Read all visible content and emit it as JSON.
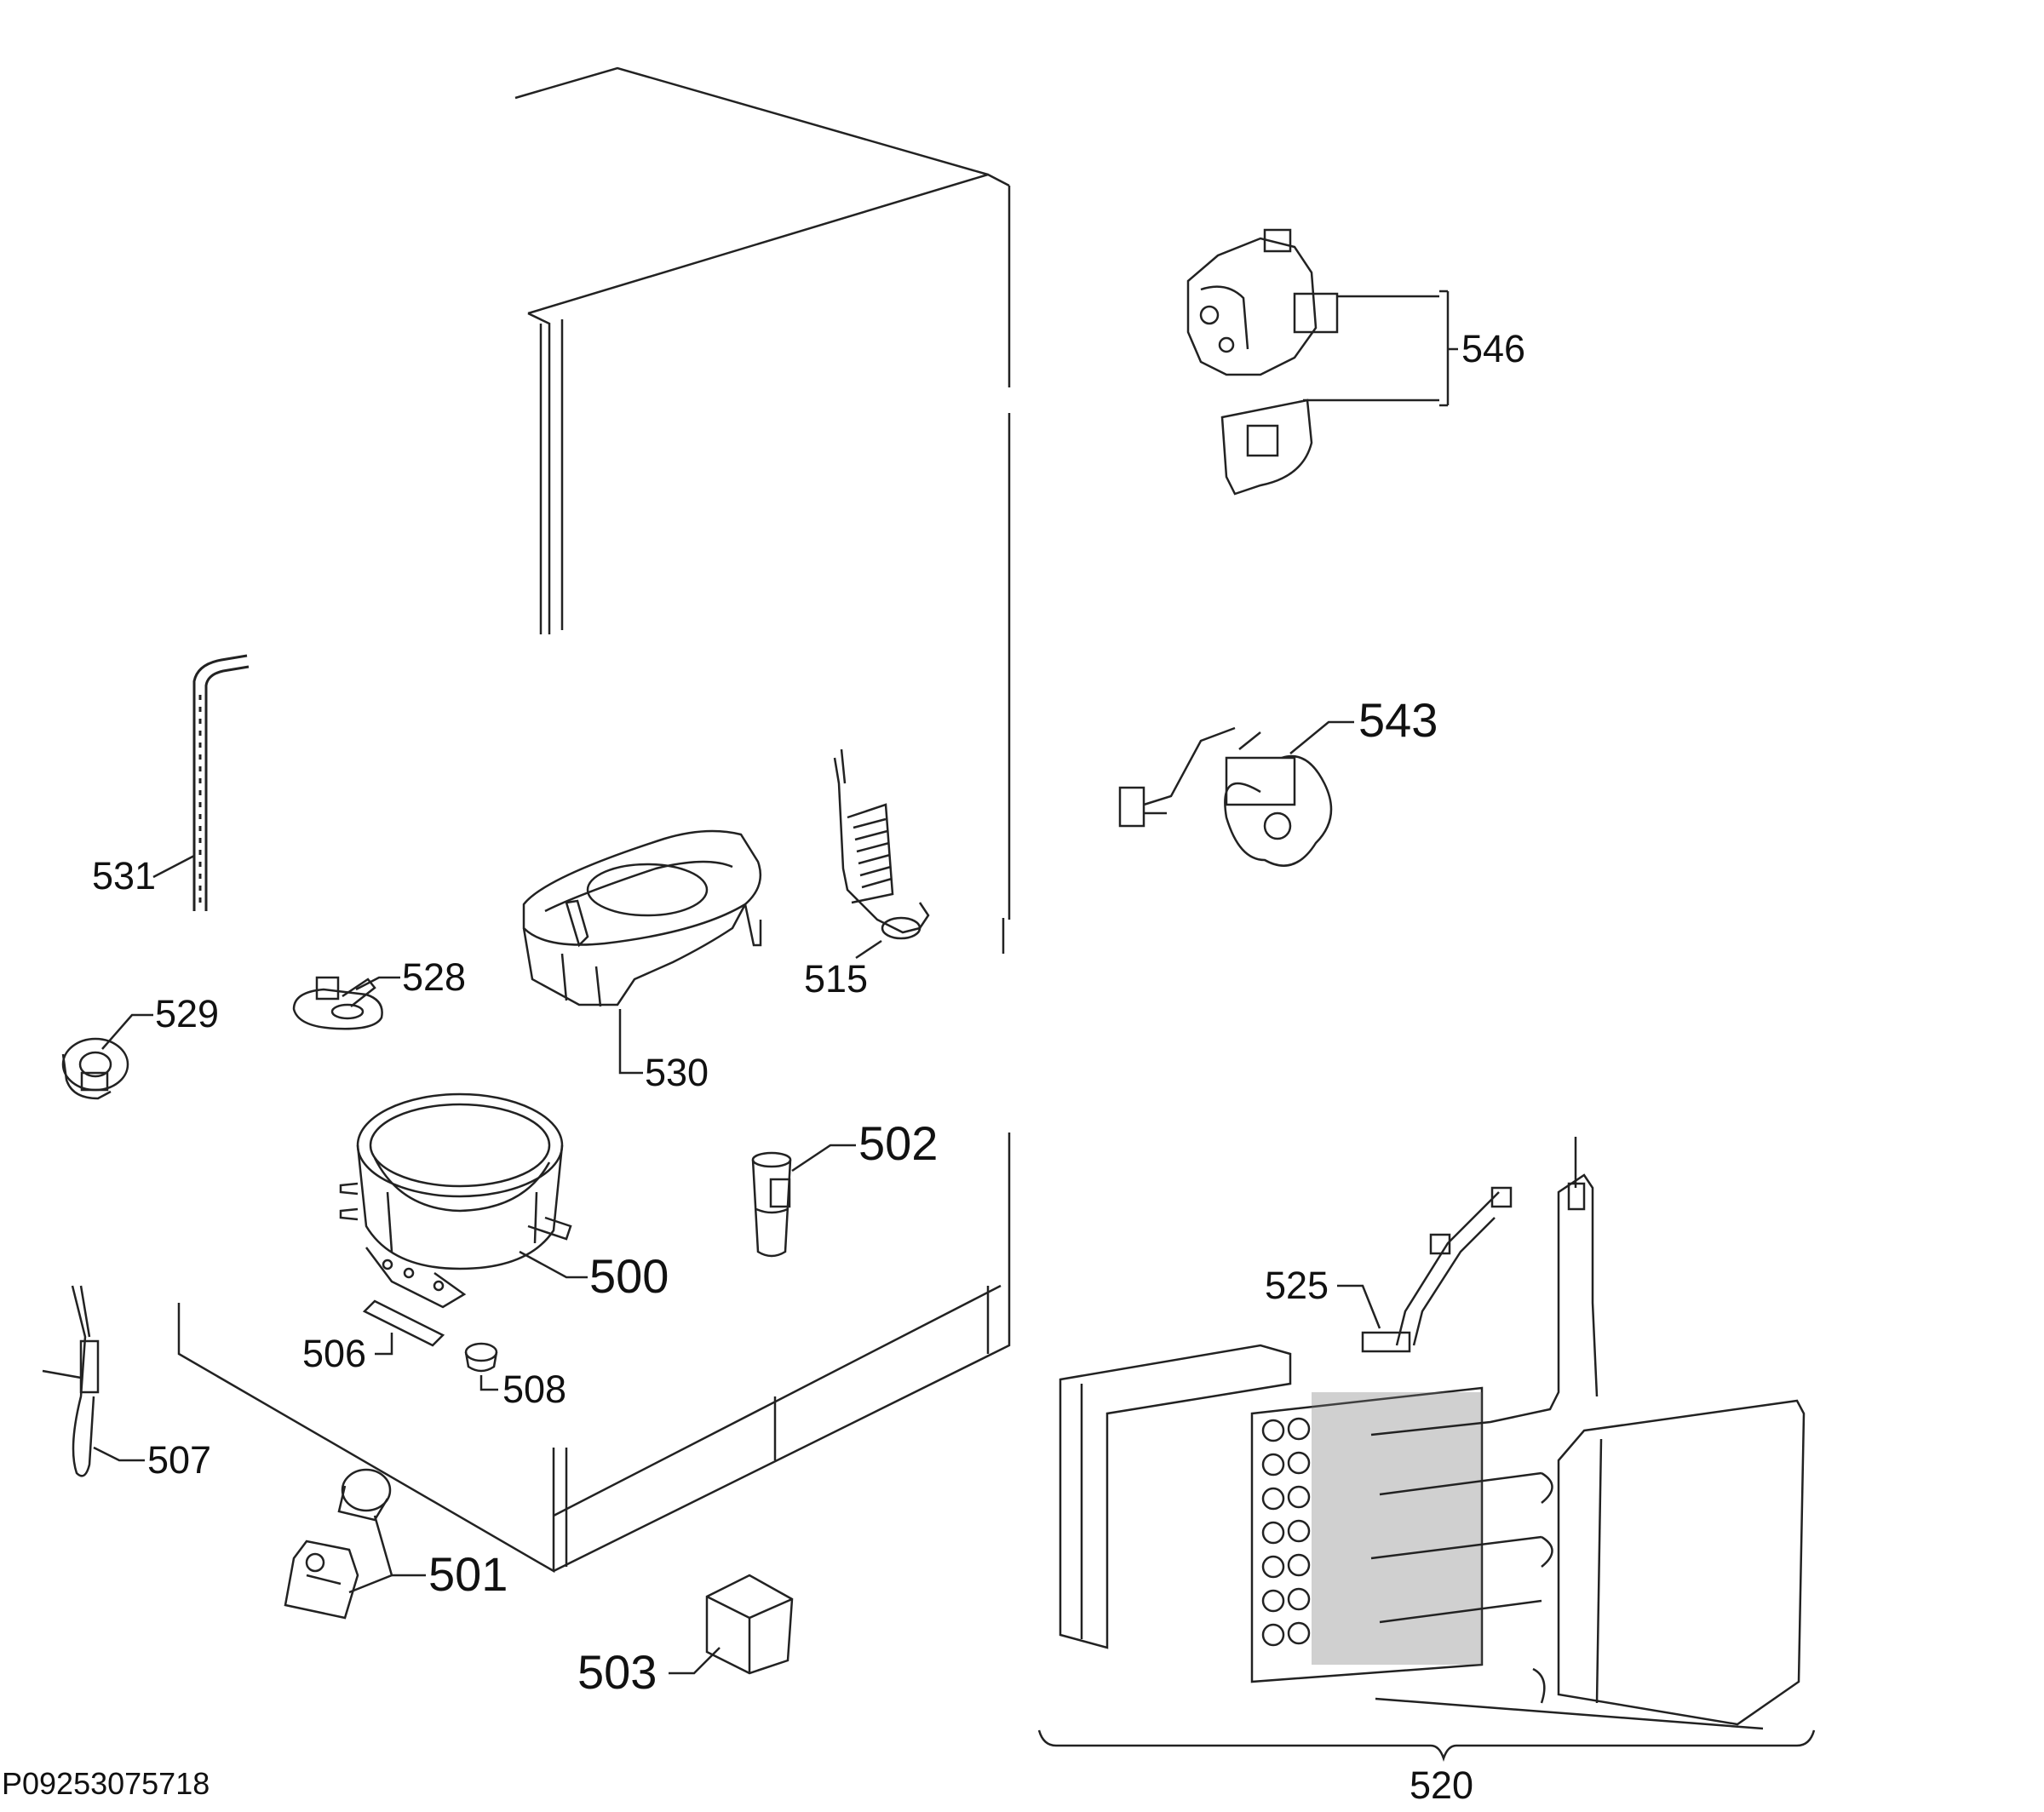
{
  "diagram": {
    "reference": "P09253075718",
    "parts": [
      {
        "id": "500",
        "label": "500"
      },
      {
        "id": "501",
        "label": "501"
      },
      {
        "id": "502",
        "label": "502"
      },
      {
        "id": "503",
        "label": "503"
      },
      {
        "id": "506",
        "label": "506"
      },
      {
        "id": "507",
        "label": "507"
      },
      {
        "id": "508",
        "label": "508"
      },
      {
        "id": "515",
        "label": "515"
      },
      {
        "id": "520",
        "label": "520"
      },
      {
        "id": "525",
        "label": "525"
      },
      {
        "id": "528",
        "label": "528"
      },
      {
        "id": "529",
        "label": "529"
      },
      {
        "id": "530",
        "label": "530"
      },
      {
        "id": "531",
        "label": "531"
      },
      {
        "id": "543",
        "label": "543"
      },
      {
        "id": "546",
        "label": "546"
      }
    ]
  }
}
